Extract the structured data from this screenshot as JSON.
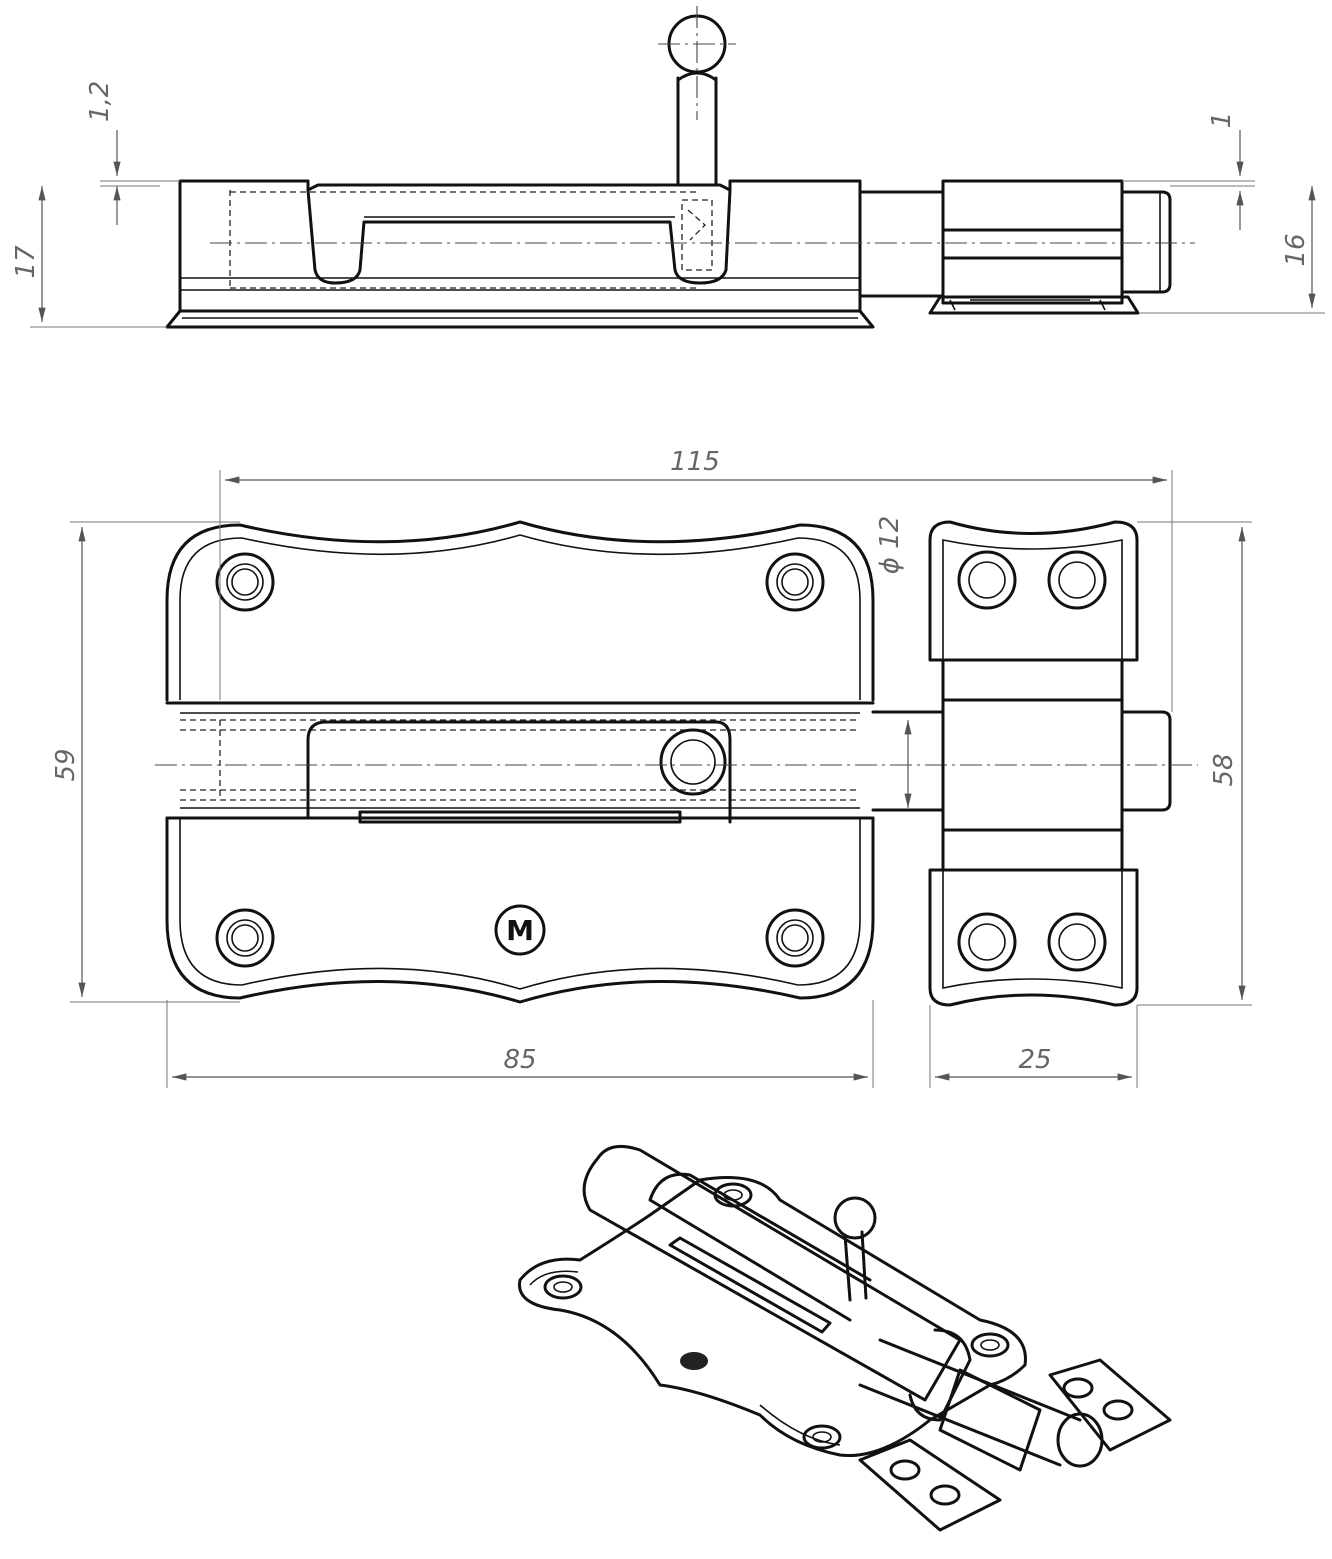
{
  "dimensions": {
    "side_plate_thickness": "1,2",
    "side_height": "17",
    "side_offset": "1",
    "side_keeper_height": "16",
    "overall_length": "115",
    "bolt_diameter": "ϕ 12",
    "plate_height": "59",
    "keeper_height": "58",
    "plate_length": "85",
    "keeper_width": "25"
  },
  "logo_text": "M"
}
